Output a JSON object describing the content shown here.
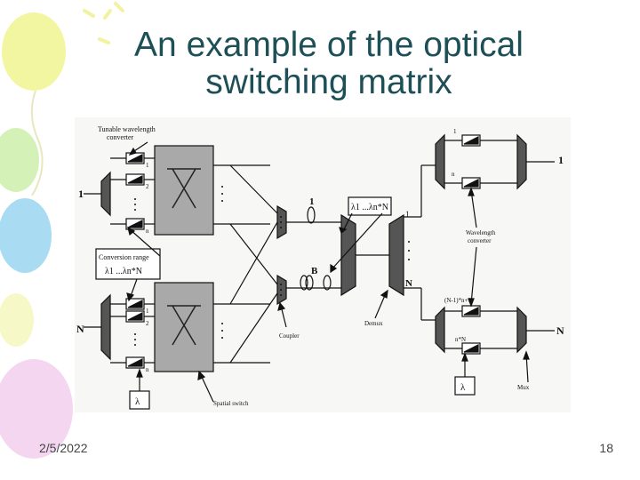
{
  "slide": {
    "title_line1": "An example of the optical",
    "title_line2": "switching matrix",
    "date": "2/5/2022",
    "page_number": "18"
  },
  "diagram": {
    "labels": {
      "tunable_converter_line1": "Tunable wavelength",
      "tunable_converter_line2": "converter",
      "input_1": "1",
      "input_n": "N",
      "port_1": "1",
      "port_2": "2",
      "port_n": "n",
      "conversion_range": "Conversion range",
      "conversion_lambda": "λ1 ...λn*N",
      "lambda": "λ",
      "spatial_switch": "Spatial switch",
      "coupler": "Coupler",
      "demux": "Demux",
      "fiber_1": "1",
      "fiber_b": "B",
      "lambda_range": "λ1 ...λn*N",
      "demux_1": "1",
      "demux_n": "N",
      "wavelength_converter_line1": "Wavelength",
      "wavelength_converter_line2": "converter",
      "out_1": "1",
      "out_n": "n",
      "out_n1": "(N-1)*n+1",
      "out_nN": "n*N",
      "output_1": "1",
      "output_n": "N",
      "mux": "Mux",
      "lambda_out": "λ"
    }
  },
  "colors": {
    "title": "#1d4f57",
    "switch_box": "#a9a9a9",
    "balloon_yellow": "#f3f6a0",
    "balloon_blue": "#a9dcf2",
    "balloon_green": "#d4f2b8",
    "balloon_pink": "#f4d6f1"
  }
}
